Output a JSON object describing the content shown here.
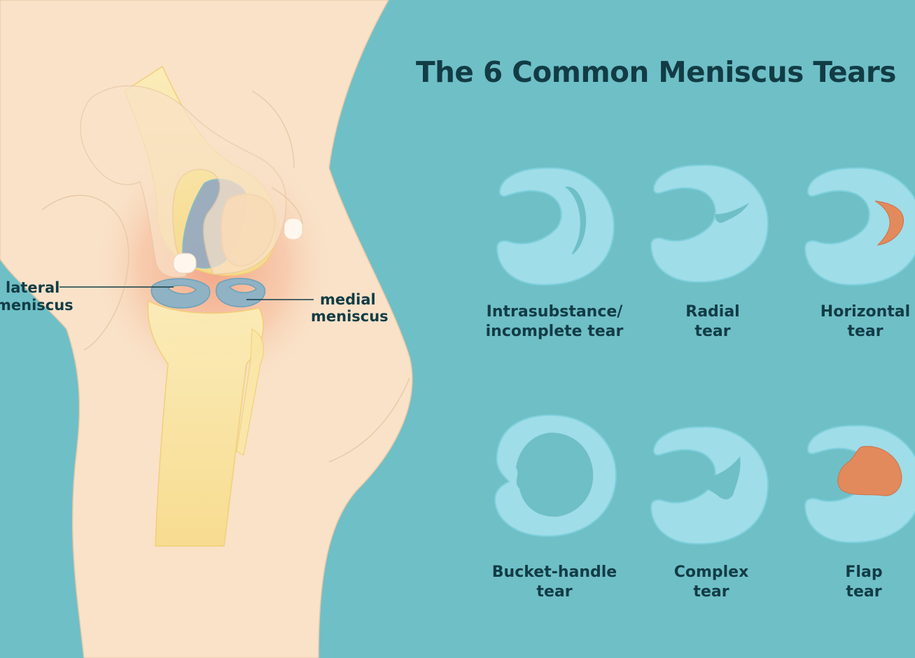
{
  "title": "The 6 Common Meniscus Tears",
  "knee_labels": {
    "lateral_line1": "lateral",
    "lateral_line2": "meniscus",
    "medial_line1": "medial",
    "medial_line2": "meniscus"
  },
  "tears": [
    {
      "line1": "Intrasubstance/",
      "line2": "incomplete tear"
    },
    {
      "line1": "Radial",
      "line2": "tear"
    },
    {
      "line1": "Horizontal",
      "line2": "tear"
    },
    {
      "line1": "Bucket-handle",
      "line2": "tear"
    },
    {
      "line1": "Complex",
      "line2": "tear"
    },
    {
      "line1": "Flap",
      "line2": "tear"
    }
  ],
  "colors": {
    "background": "#6fbfc7",
    "skin": "#f9e2c8",
    "bone": "#fbe7a6",
    "meniscus": "#9fdde8",
    "tear": "#e38a5c",
    "text": "#123c45"
  }
}
